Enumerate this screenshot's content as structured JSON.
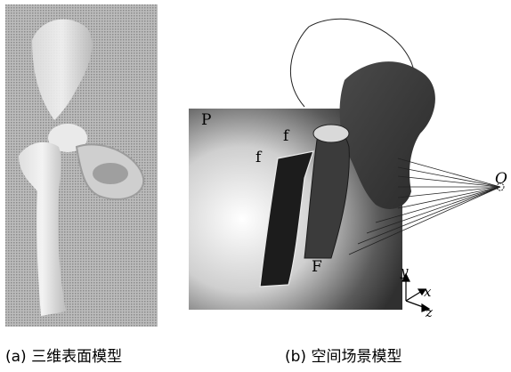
{
  "captions": {
    "a": "(a) 三维表面模型",
    "b": "(b) 空间场景模型"
  },
  "labels": {
    "P": "P",
    "f1": "f",
    "f2": "f",
    "F": "F",
    "O": "O",
    "axis_y": "y",
    "axis_x": "x",
    "axis_z": "z"
  }
}
